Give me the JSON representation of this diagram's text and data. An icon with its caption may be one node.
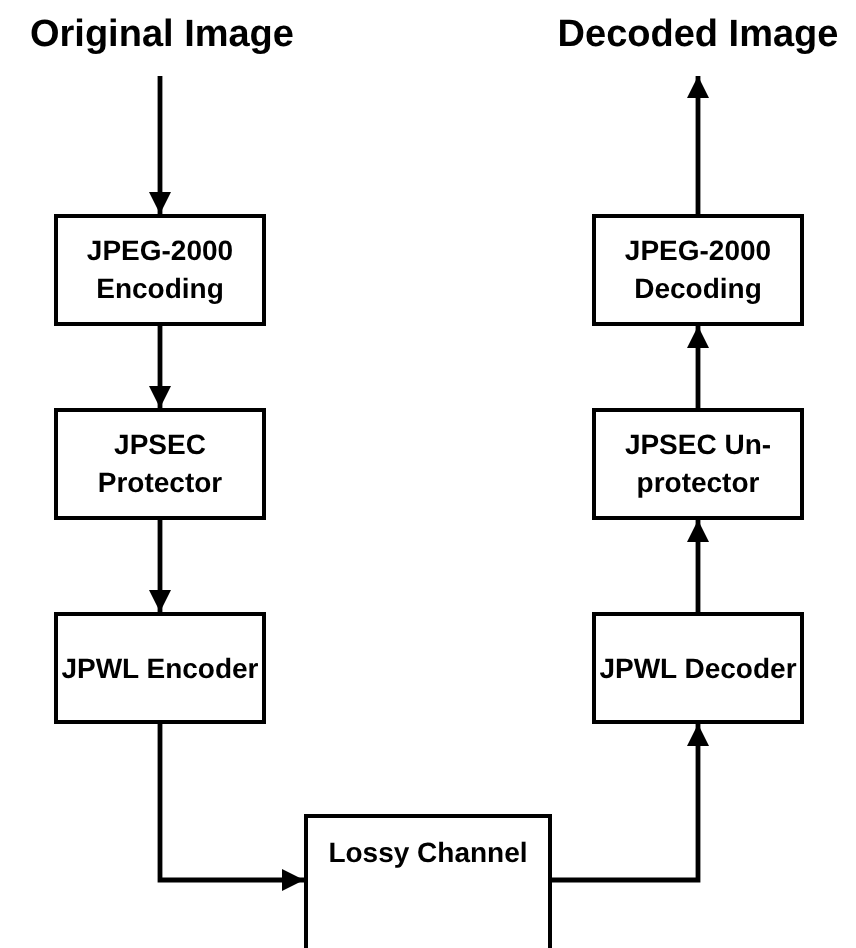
{
  "diagram": {
    "nodes": [
      {
        "text": [
          "Original Image"
        ]
      },
      {
        "text": [
          "JPEG-2000 Encoding"
        ]
      },
      {
        "text": [
          "JPSEC Protector"
        ]
      },
      {
        "text": [
          "JPWL Encoder"
        ]
      },
      {
        "text": [
          "Lossy Channel"
        ]
      },
      {
        "text": [
          "JPWL Decoder"
        ]
      },
      {
        "text": [
          "JPSEC Un-protector"
        ]
      },
      {
        "text": [
          "JPEG-2000 Decoding"
        ]
      },
      {
        "text": [
          "Decoded Image"
        ]
      }
    ],
    "edges": [
      {
        "from": 0,
        "to": 1,
        "arrow": "to"
      },
      {
        "from": 1,
        "to": 2,
        "arrow": "to"
      },
      {
        "from": 2,
        "to": 3,
        "arrow": "to"
      },
      {
        "from": 3,
        "to": 4,
        "arrow": "to"
      },
      {
        "from": 4,
        "to": 5,
        "arrow": "to"
      },
      {
        "from": 5,
        "to": 6,
        "arrow": "to"
      },
      {
        "from": 6,
        "to": 7,
        "arrow": "to"
      },
      {
        "from": 7,
        "to": 8,
        "arrow": "to"
      }
    ]
  }
}
